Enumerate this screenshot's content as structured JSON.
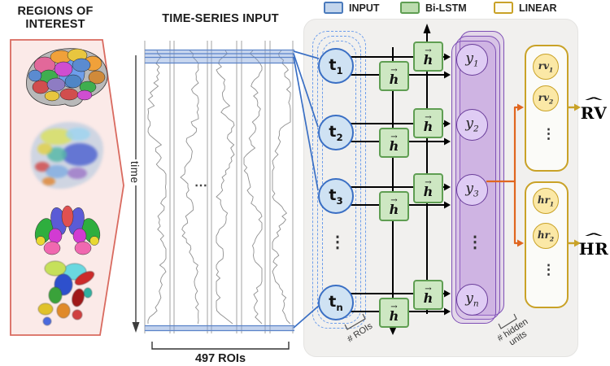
{
  "roi_panel": {
    "title_line1": "REGIONS OF",
    "title_line2": "INTEREST"
  },
  "timeseries": {
    "title": "TIME-SERIES INPUT",
    "time_axis_label": "time",
    "roi_count_label": "497 ROIs",
    "ellipsis_horizontal": "⋯"
  },
  "legend": {
    "items": [
      {
        "label": "INPUT"
      },
      {
        "label": "Bi-LSTM"
      },
      {
        "label": "LINEAR"
      }
    ]
  },
  "network": {
    "input_nodes": [
      {
        "base": "t",
        "sub": "1"
      },
      {
        "base": "t",
        "sub": "2"
      },
      {
        "base": "t",
        "sub": "3"
      },
      {
        "base": "t",
        "sub": "n"
      }
    ],
    "hidden_label": {
      "arrow": "→",
      "base": "h"
    },
    "output_nodes": [
      {
        "base": "y",
        "sub": "1"
      },
      {
        "base": "y",
        "sub": "2"
      },
      {
        "base": "y",
        "sub": "3"
      },
      {
        "base": "y",
        "sub": "n"
      }
    ],
    "ellipsis_vertical": "⋮",
    "roi_bracket_label": "# ROIs",
    "hidden_units_label_line1": "# hidden",
    "hidden_units_label_line2": "units"
  },
  "outputs": {
    "rv_box": {
      "nodes": [
        {
          "base": "rv",
          "sub": "1"
        },
        {
          "base": "rv",
          "sub": "2"
        }
      ],
      "ellipsis": "⋮",
      "hat": "^",
      "output_label": "RV"
    },
    "hr_box": {
      "nodes": [
        {
          "base": "hr",
          "sub": "1"
        },
        {
          "base": "hr",
          "sub": "2"
        }
      ],
      "ellipsis": "⋮",
      "hat": "^",
      "output_label": "HR"
    }
  },
  "palette": {
    "input_blue_border": "#4a7abc",
    "input_blue_fill": "#cfe2f3",
    "lstm_green_border": "#5f9e52",
    "lstm_green_fill": "#cde7c2",
    "linear_gold_border": "#c9a227",
    "linear_gold_fill": "#fbe8a6",
    "output_purple_border": "#7e4fb5",
    "output_purple_fill": "#d9c7ec",
    "connector_orange": "#e0661f",
    "roi_panel_border_red": "#d96a5f",
    "roi_panel_fill_pink": "#fbeae8",
    "highlight_band_blue": "#5b83c9",
    "trace_gray": "#909090"
  }
}
